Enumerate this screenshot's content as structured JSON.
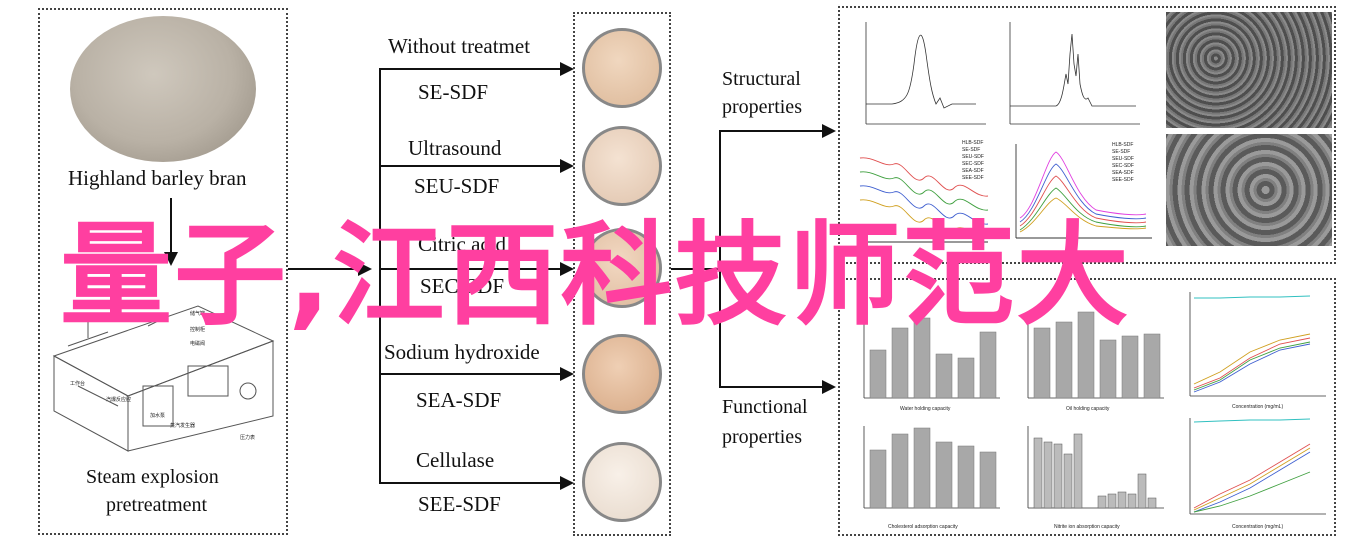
{
  "raw_material": {
    "label": "Highland barley bran"
  },
  "pretreatment": {
    "line1": "Steam explosion",
    "line2": "pretreatment"
  },
  "treatments": [
    {
      "name": "Without treatmet",
      "code": "SE-SDF",
      "color": "#e6c6a8"
    },
    {
      "name": "Ultrasound",
      "code": "SEU-SDF",
      "color": "#ead3bf"
    },
    {
      "name": "Citric acid",
      "code": "SEC-SDF",
      "color": "#e8c4a8"
    },
    {
      "name": "Sodium hydroxide",
      "code": "SEA-SDF",
      "color": "#e4b999"
    },
    {
      "name": "Cellulase",
      "code": "SEE-SDF",
      "color": "#efe5dc"
    }
  ],
  "outcomes": {
    "structural_1": "Structural",
    "structural_2": "properties",
    "functional_1": "Functional",
    "functional_2": "properties"
  },
  "overlay_text": "量子,江西科技师范大",
  "device_labels": [
    "工作台",
    "汽爆反应腔",
    "加水泵",
    "蒸汽发生器",
    "储气罐",
    "控制柜",
    "电磁阀",
    "压力表"
  ],
  "legend_series": [
    "HLB-SDF",
    "SE-SDF",
    "SEU-SDF",
    "SEC-SDF",
    "SEA-SDF",
    "SEE-SDF"
  ],
  "charts": {
    "water": {
      "xlabel": "Water holding capacity"
    },
    "oil": {
      "xlabel": "Oil holding capacity"
    },
    "chol": {
      "xlabel": "Cholesterol adsorption capacity"
    },
    "nitrite": {
      "xlabel": "Nitrite ion absorption capacity"
    },
    "dpph": {
      "xlabel": "Concentration (mg/mL)"
    },
    "abts": {
      "xlabel": "Concentration (mg/mL)"
    }
  },
  "colors": {
    "overlay": "#ff3fa0",
    "bar": "#a8a8a8"
  }
}
